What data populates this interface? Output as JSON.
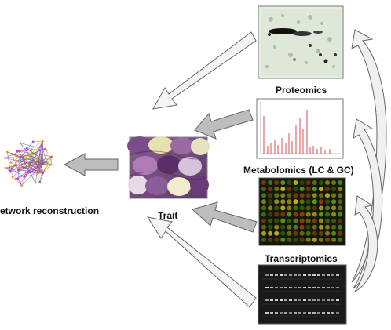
{
  "labels": {
    "proteomics": "Proteomics",
    "metabolomics": "Metabolomics (LC & GC)",
    "transcriptomics": "Transcriptomics",
    "trait": "Trait",
    "network": "etwork reconstruction"
  },
  "icons": {
    "proteomics": "2d-gel-image",
    "metabolomics": "mass-spectrum-chart",
    "microarray": "microarray-image",
    "transcriptomics": "gel-electrophoresis-image",
    "trait": "flower-petals-image",
    "network": "network-graph"
  },
  "colors": {
    "arrow_fill_light": "#f4f4f4",
    "arrow_fill_dark": "#bdbdbd",
    "arrow_stroke": "#666666",
    "spectrum_red": "#d22222",
    "micro_green": "#5a9a1a",
    "micro_yellow": "#c8b020",
    "micro_red": "#8a3a1a"
  }
}
